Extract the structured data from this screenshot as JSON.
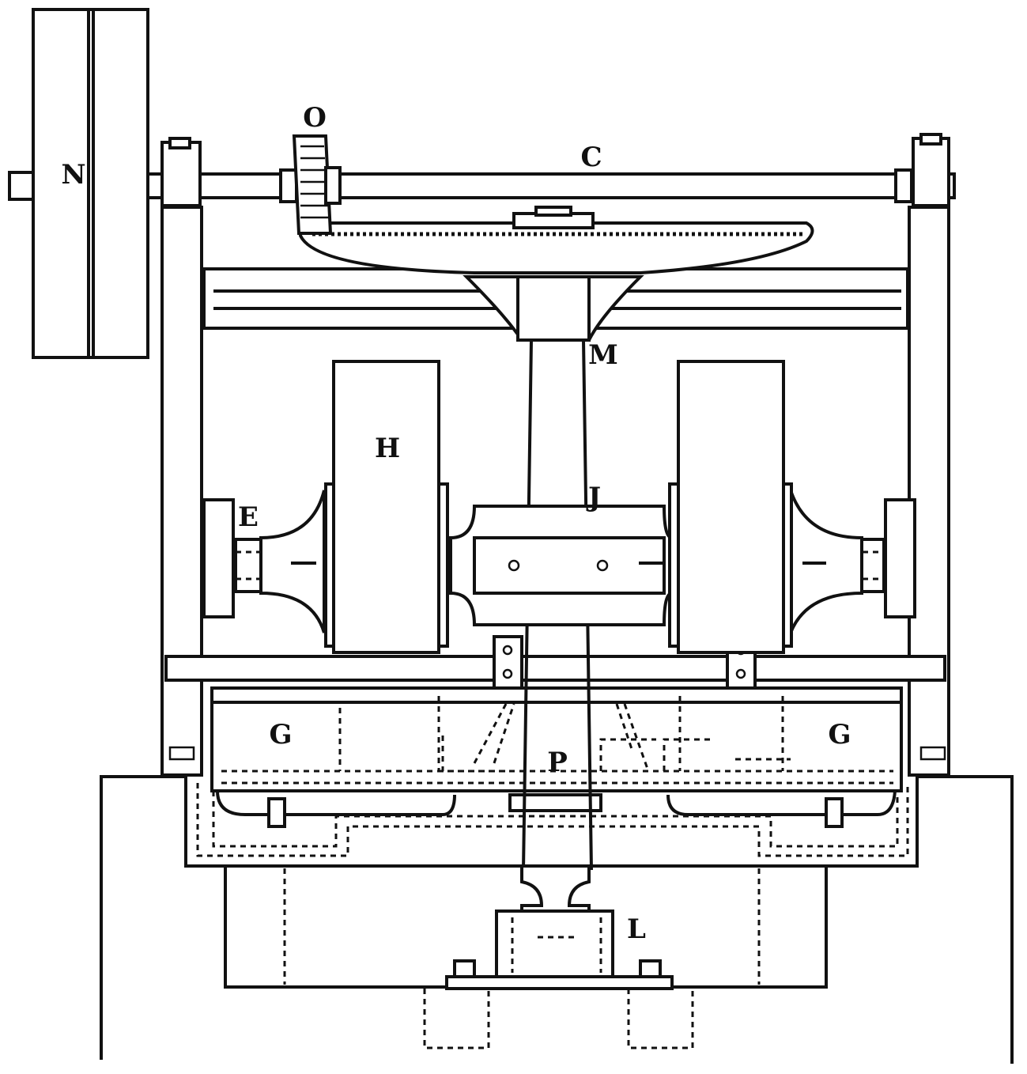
{
  "figure": {
    "labels": {
      "N": "N",
      "O": "O",
      "C": "C",
      "M": "M",
      "H": "H",
      "J": "J",
      "E": "E",
      "G_left": "G",
      "G_right": "G",
      "P": "P",
      "L": "L"
    }
  }
}
